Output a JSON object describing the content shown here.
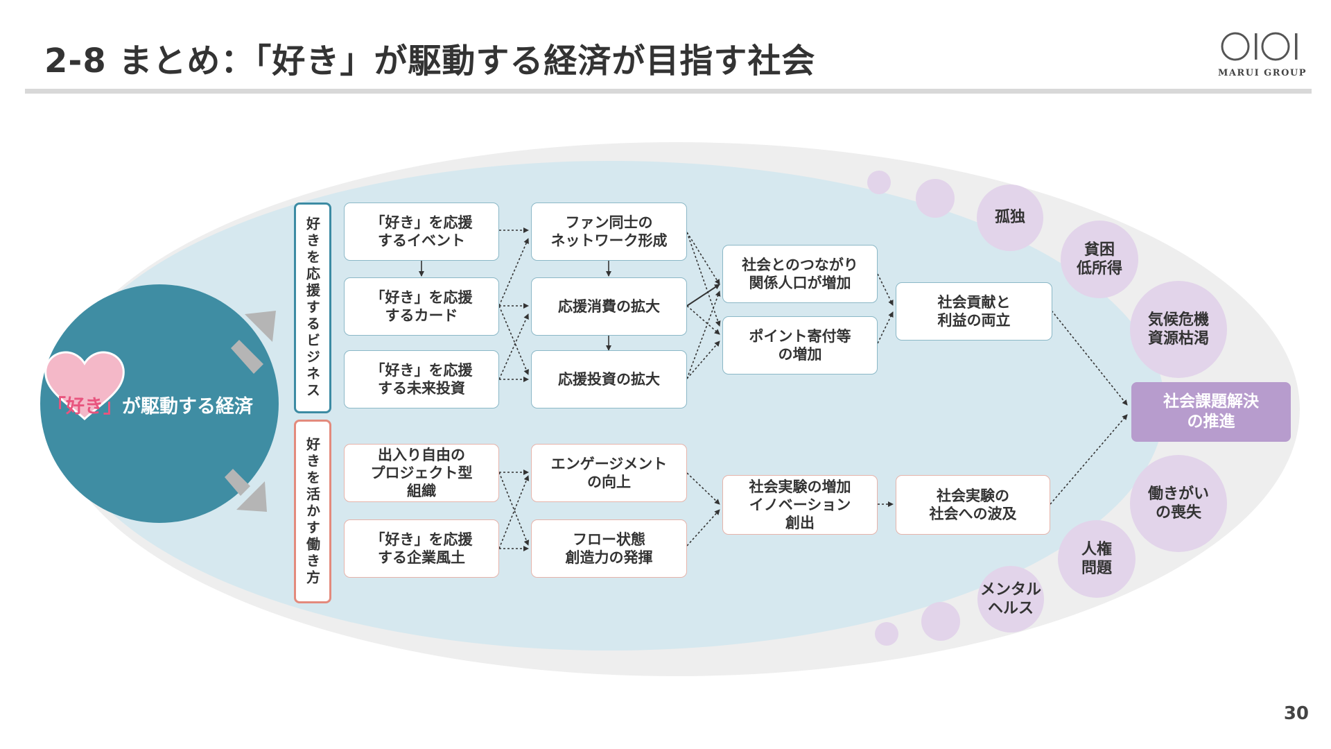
{
  "title": "2-8 まとめ：「好き」が駆動する経済が目指す社会",
  "logo": {
    "mark": "OIOI",
    "text": "MARUI GROUP"
  },
  "page_number": "30",
  "economy": {
    "quote": "「好き」",
    "rest": "が駆動する経済"
  },
  "categories": {
    "business": "好きを応援するビジネス",
    "work": "好きを活かす働き方"
  },
  "column1": {
    "event": "「好き」を応援\nするイベント",
    "card": "「好き」を応援\nするカード",
    "invest": "「好き」を応援\nする未来投資",
    "project": "出入り自由の\nプロジェクト型\n組織",
    "culture": "「好き」を応援\nする企業風土"
  },
  "column2": {
    "fan_network": "ファン同士の\nネットワーク形成",
    "consumption": "応援消費の拡大",
    "investment": "応援投資の拡大",
    "engagement": "エンゲージメント\nの向上",
    "flow": "フロー状態\n創造力の発揮"
  },
  "column3": {
    "connection": "社会とのつながり\n関係人口が増加",
    "points": "ポイント寄付等\nの増加",
    "experiments": "社会実験の増加\nイノベーション\n創出"
  },
  "column4": {
    "contribution": "社会貢献と\n利益の両立",
    "spread": "社会実験の\n社会への波及"
  },
  "goal": "社会課題解決\nの推進",
  "issues": {
    "isolation": "孤独",
    "poverty": "貧困\n低所得",
    "climate": "気候危機\n資源枯渇",
    "worth": "働きがい\nの喪失",
    "rights": "人権\n問題",
    "mental": "メンタル\nヘルス"
  },
  "colors": {
    "teal_circle": "#3f8da3",
    "heart": "#f4b8c8",
    "inner_ellipse": "#d6e8ef",
    "outer_ellipse": "#eeeeee",
    "issue_circle": "#e2d4ea",
    "goal": "#b79ccd",
    "arrow_gray": "#b5b5b5"
  }
}
